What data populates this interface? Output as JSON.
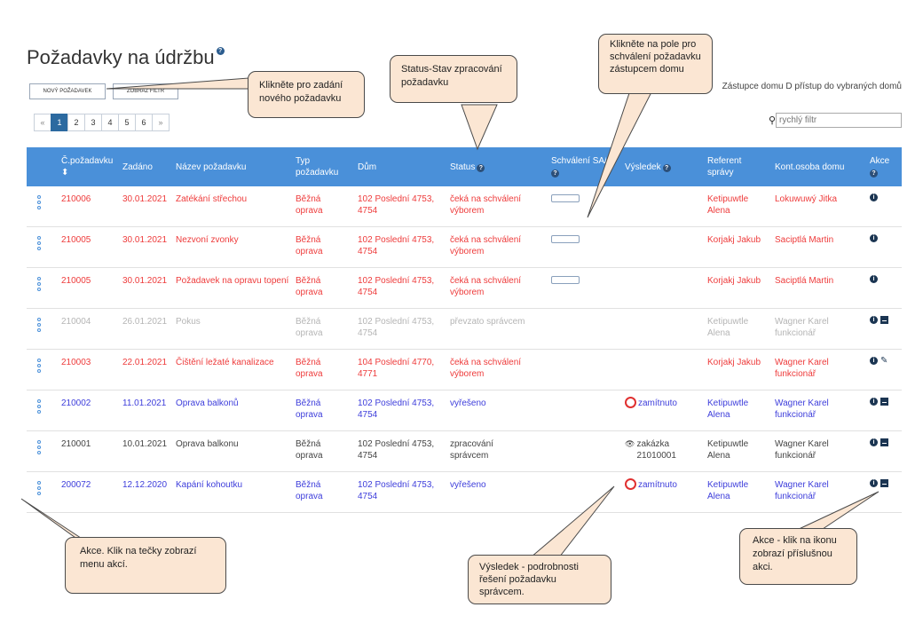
{
  "page": {
    "title": "Požadavky na údržbu",
    "title_help": "?"
  },
  "toolbar": {
    "new_request_label": "NOVÝ POŽADAVEK",
    "show_filter_label": "ZOBRAZ FILTR"
  },
  "header_right": {
    "info": "Zástupce domu D přístup do vybraných domů"
  },
  "pagination": {
    "prev": "«",
    "pages": [
      "1",
      "2",
      "3",
      "4",
      "5",
      "6"
    ],
    "active_page": "1",
    "next": "»"
  },
  "filter": {
    "placeholder": "rychlý filtr"
  },
  "table": {
    "columns": {
      "id": "Č.požadavku",
      "id_sort": "⬍",
      "date": "Zadáno",
      "name": "Název požadavku",
      "type": "Typ požadavku",
      "house": "Dům",
      "status": "Status",
      "approval": "Schválení SA/S",
      "result": "Výsledek",
      "manager": "Referent správy",
      "contact": "Kont.osoba domu",
      "actions": "Akce"
    },
    "rows": [
      {
        "id": "210006",
        "date": "30.01.2021",
        "name": "Zatékání střechou",
        "type": "Běžná oprava",
        "house": "102 Poslední 4753, 4754",
        "status": "čeká na schválení výborem",
        "approval_box": true,
        "result": "",
        "result_icon": "",
        "manager": "Ketipuwtle Alena",
        "contact": "Lokuwuwý Jitka",
        "actions": [
          "info-icon"
        ],
        "color": "red"
      },
      {
        "id": "210005",
        "date": "30.01.2021",
        "name": "Nezvoní zvonky",
        "type": "Běžná oprava",
        "house": "102 Poslední 4753, 4754",
        "status": "čeká na schválení výborem",
        "approval_box": true,
        "result": "",
        "result_icon": "",
        "manager": "Korjakj Jakub",
        "contact": "Saciptlá Martin",
        "actions": [
          "info-icon"
        ],
        "color": "red"
      },
      {
        "id": "210005",
        "date": "30.01.2021",
        "name": "Požadavek na opravu topení",
        "type": "Běžná oprava",
        "house": "102 Poslední 4753, 4754",
        "status": "čeká na schválení výborem",
        "approval_box": true,
        "result": "",
        "result_icon": "",
        "manager": "Korjakj Jakub",
        "contact": "Saciptlá Martin",
        "actions": [
          "info-icon"
        ],
        "color": "red"
      },
      {
        "id": "210004",
        "date": "26.01.2021",
        "name": "Pokus",
        "type": "Běžná oprava",
        "house": "102 Poslední 4753, 4754",
        "status": "převzato správcem",
        "approval_box": false,
        "result": "",
        "result_icon": "",
        "manager": "Ketipuwtle Alena",
        "contact": "Wagner Karel funkcionář",
        "actions": [
          "info-icon",
          "document-icon"
        ],
        "color": "gray"
      },
      {
        "id": "210003",
        "date": "22.01.2021",
        "name": "Čištění ležaté kanalizace",
        "type": "Běžná oprava",
        "house": "104 Poslední 4770, 4771",
        "status": "čeká na schválení výborem",
        "approval_box": false,
        "result": "",
        "result_icon": "",
        "manager": "Korjakj Jakub",
        "contact": "Wagner Karel funkcionář",
        "actions": [
          "info-icon",
          "edit-icon"
        ],
        "color": "red"
      },
      {
        "id": "210002",
        "date": "11.01.2021",
        "name": "Oprava balkonů",
        "type": "Běžná oprava",
        "house": "102 Poslední 4753, 4754",
        "status": "vyřešeno",
        "approval_box": false,
        "result": "zamítnuto",
        "result_icon": "rejected-icon",
        "manager": "Ketipuwtle Alena",
        "contact": "Wagner Karel funkcionář",
        "actions": [
          "info-icon",
          "document-icon"
        ],
        "color": "blue"
      },
      {
        "id": "210001",
        "date": "10.01.2021",
        "name": "Oprava balkonu",
        "type": "Běžná oprava",
        "house": "102 Poslední 4753, 4754",
        "status": "zpracování správcem",
        "approval_box": false,
        "result": "zakázka 21010001",
        "result_icon": "eye-icon",
        "manager": "Ketipuwtle Alena",
        "contact": "Wagner Karel funkcionář",
        "actions": [
          "info-icon",
          "document-icon"
        ],
        "color": "dark"
      },
      {
        "id": "200072",
        "date": "12.12.2020",
        "name": "Kapání kohoutku",
        "type": "Běžná oprava",
        "house": "102 Poslední 4753, 4754",
        "status": "vyřešeno",
        "approval_box": false,
        "result": "zamítnuto",
        "result_icon": "rejected-icon",
        "manager": "Ketipuwtle Alena",
        "contact": "Wagner Karel funkcionář",
        "actions": [
          "info-icon",
          "document-icon"
        ],
        "color": "blue"
      }
    ]
  },
  "callouts": {
    "new_request": "Klikněte pro zadání nového požadavku",
    "status": "Status-Stav zpracování požadavku",
    "approval": "Klikněte na pole pro schválení požadavku zástupcem domu",
    "actions_menu": "Akce. Klik na tečky zobrazí menu akcí.",
    "result": "Výsledek - podrobnosti řešení požadavku správcem.",
    "actions_icon": "Akce - klik na ikonu zobrazí příslušnou akci."
  },
  "colors": {
    "header_bg": "#4a90d9",
    "red": "#ee3b3b",
    "gray": "#b5b5b5",
    "blue": "#3d3ddb",
    "dark": "#444444",
    "callout_bg": "#fbe6d3",
    "pager_active": "#2c6aa0"
  }
}
